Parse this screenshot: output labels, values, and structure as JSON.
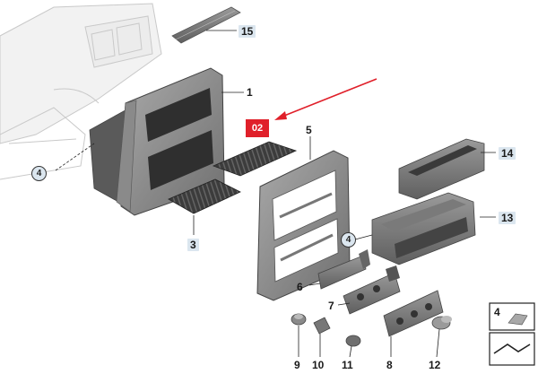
{
  "diagram": {
    "highlight_label": "02",
    "callouts": {
      "p1": "1",
      "p3": "3",
      "p4a": "4",
      "p4b": "4",
      "p4c": "4",
      "p5": "5",
      "p6": "6",
      "p7": "7",
      "p8": "8",
      "p9": "9",
      "p10": "10",
      "p11": "11",
      "p12": "12",
      "p13": "13",
      "p14": "14",
      "p15": "15"
    },
    "colors": {
      "highlight": "#e0202a",
      "arrow": "#e0202a",
      "label_bg": "#dbe6ef",
      "part_gray": "#8c8c8c"
    }
  }
}
